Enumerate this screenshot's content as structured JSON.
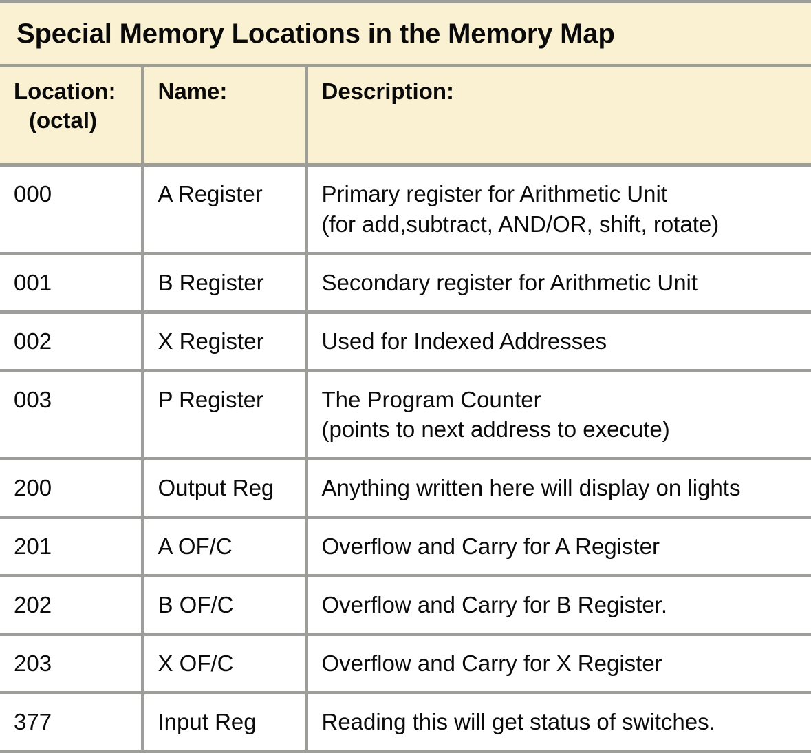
{
  "table": {
    "title": "Special Memory Locations in the Memory Map",
    "columns": {
      "location": "Location:",
      "location_sub": "(octal)",
      "name": "Name:",
      "description": "Description:"
    },
    "colors": {
      "header_background": "#faf0d2",
      "border": "#9d9d99",
      "cell_background": "#ffffff",
      "text": "#0a0a0a"
    },
    "rows": [
      {
        "location": "000",
        "name": "A Register",
        "description": "Primary register for Arithmetic Unit\n(for add,subtract, AND/OR, shift, rotate)",
        "tall": true
      },
      {
        "location": "001",
        "name": "B Register",
        "description": "Secondary register for Arithmetic Unit",
        "tall": false
      },
      {
        "location": "002",
        "name": "X Register",
        "description": "Used for Indexed Addresses",
        "tall": false
      },
      {
        "location": "003",
        "name": "P Register",
        "description": "The Program Counter\n(points to next address to execute)",
        "tall": true
      },
      {
        "location": "200",
        "name": "Output Reg",
        "description": "Anything written here will display on lights",
        "tall": false
      },
      {
        "location": "201",
        "name": "A OF/C",
        "description": "Overflow and Carry for A Register",
        "tall": false
      },
      {
        "location": "202",
        "name": "B OF/C",
        "description": "Overflow and Carry for B Register.",
        "tall": false
      },
      {
        "location": "203",
        "name": "X OF/C",
        "description": "Overflow and Carry for X Register",
        "tall": false
      },
      {
        "location": "377",
        "name": "Input Reg",
        "description": "Reading this will get status of switches.",
        "tall": false
      }
    ]
  }
}
